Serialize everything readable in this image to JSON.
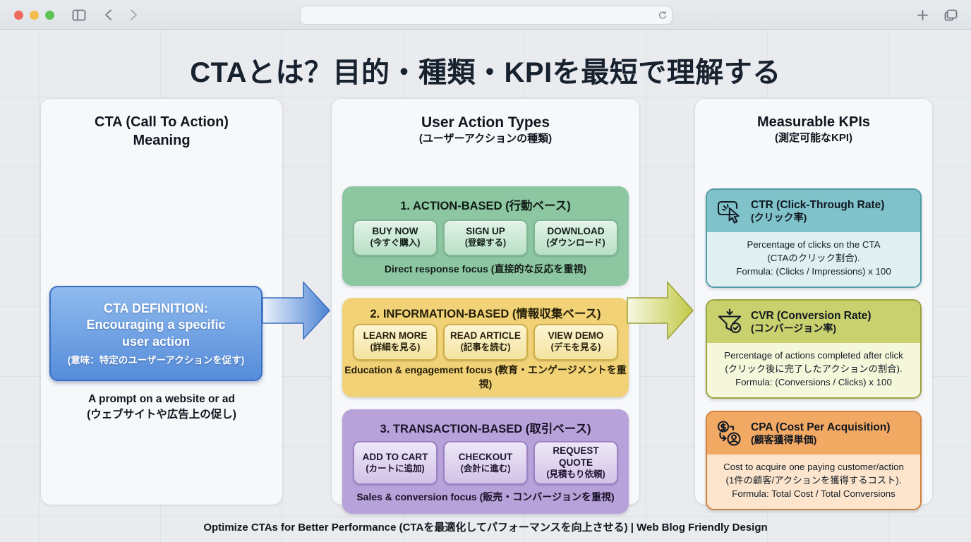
{
  "browser": {
    "url_value": "",
    "url_placeholder": ""
  },
  "icons": [
    "close-icon",
    "minimize-icon",
    "zoom-icon",
    "sidebar-icon",
    "back-icon",
    "forward-icon",
    "refresh-icon",
    "new-tab-icon",
    "tab-overview-icon",
    "click-cursor-icon",
    "funnel-check-icon",
    "dollar-person-icon"
  ],
  "colors": {
    "page_bg": "#e9ebee",
    "panel_bg": "#f7f8fa",
    "definition_blue": "#568cd9",
    "action_green": "#8cc7a2",
    "information_yellow": "#f1d276",
    "transaction_purple": "#b7a2d9",
    "ctr_teal": "#80c2ca",
    "cvr_olive": "#c9d06e",
    "cpa_orange": "#f2a963"
  },
  "title": "CTAとは？目的・種類・KPIを最短で理解する",
  "left": {
    "heading_en": "CTA (Call To Action)",
    "heading_sub": "Meaning",
    "definition_en": "CTA DEFINITION: Encouraging a specific user action",
    "definition_jp": "(意味：特定のユーザーアクションを促す)",
    "caption_en": "A prompt on a website or ad",
    "caption_jp": "(ウェブサイトや広告上の促し)"
  },
  "middle": {
    "heading_en": "User Action Types",
    "heading_jp": "(ユーザーアクションの種類)",
    "groups": [
      {
        "title": "1. ACTION-BASED (行動ベース)",
        "buttons": [
          {
            "en": "BUY NOW",
            "jp": "(今すぐ購入)"
          },
          {
            "en": "SIGN UP",
            "jp": "(登録する)"
          },
          {
            "en": "DOWNLOAD",
            "jp": "(ダウンロード)"
          }
        ],
        "footer": "Direct response focus (直接的な反応を重視)"
      },
      {
        "title": "2. INFORMATION-BASED (情報収集ベース)",
        "buttons": [
          {
            "en": "LEARN MORE",
            "jp": "(詳細を見る)"
          },
          {
            "en": "READ ARTICLE",
            "jp": "(記事を読む)"
          },
          {
            "en": "VIEW DEMO",
            "jp": "(デモを見る)"
          }
        ],
        "footer": "Education & engagement focus (教育・エンゲージメントを重視)"
      },
      {
        "title": "3. TRANSACTION-BASED (取引ベース)",
        "buttons": [
          {
            "en": "ADD TO CART",
            "jp": "(カートに追加)"
          },
          {
            "en": "CHECKOUT",
            "jp": "(会計に進む)"
          },
          {
            "en": "REQUEST QUOTE",
            "jp": "(見積もり依頼)"
          }
        ],
        "footer": "Sales & conversion focus (販売・コンバージョンを重視)"
      }
    ]
  },
  "right": {
    "heading_en": "Measurable KPIs",
    "heading_jp": "(測定可能なKPI)",
    "cards": [
      {
        "icon": "click-cursor-icon",
        "title_en": "CTR (Click-Through Rate)",
        "title_jp": "(クリック率)",
        "line1": "Percentage of clicks on the CTA",
        "line2": "(CTAのクリック割合).",
        "line3": "Formula: (Clicks / Impressions) x 100"
      },
      {
        "icon": "funnel-check-icon",
        "title_en": "CVR (Conversion Rate)",
        "title_jp": "(コンバージョン率)",
        "line1": "Percentage of actions completed after click",
        "line2": "(クリック後に完了したアクションの割合).",
        "line3": "Formula: (Conversions / Clicks) x 100"
      },
      {
        "icon": "dollar-person-icon",
        "title_en": "CPA (Cost Per Acquisition)",
        "title_jp": "(顧客獲得単価)",
        "line1": "Cost to acquire one paying customer/action",
        "line2": "(1件の顧客/アクションを獲得するコスト).",
        "line3": "Formula: Total Cost / Total Conversions"
      }
    ]
  },
  "footer": "Optimize CTAs for Better Performance (CTAを最適化してパフォーマンスを向上させる) | Web Blog Friendly Design"
}
